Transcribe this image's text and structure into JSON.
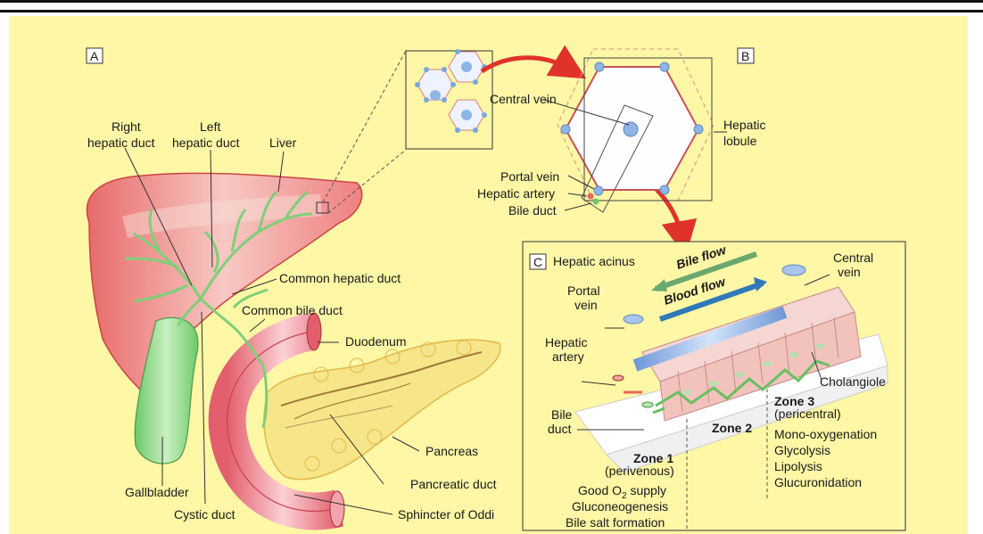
{
  "panels": {
    "a": "A",
    "b": "B",
    "c": "C"
  },
  "liver_labels": {
    "right_duct_1": "Right",
    "right_duct_2": "hepatic duct",
    "left_duct_1": "Left",
    "left_duct_2": "hepatic duct",
    "liver": "Liver",
    "common_hepatic": "Common hepatic duct",
    "common_bile": "Common bile duct",
    "duodenum": "Duodenum",
    "pancreas": "Pancreas",
    "gallbladder": "Gallbladder",
    "cystic": "Cystic duct",
    "pancreatic_duct": "Pancreatic duct",
    "sphincter": "Sphincter of Oddi"
  },
  "lobule_labels": {
    "central_vein": "Central vein",
    "hepatic_1": "Hepatic",
    "hepatic_2": "lobule",
    "portal_vein": "Portal vein",
    "hepatic_artery": "Hepatic artery",
    "bile_duct": "Bile duct"
  },
  "acinus_labels": {
    "title": "Hepatic acinus",
    "bile_flow": "Bile flow",
    "blood_flow": "Blood flow",
    "central_1": "Central",
    "central_2": "vein",
    "portal_1": "Portal",
    "portal_2": "vein",
    "artery_1": "Hepatic",
    "artery_2": "artery",
    "bile_1": "Bile",
    "bile_2": "duct",
    "cholangiole": "Cholangiole",
    "zone1": "Zone 1",
    "zone1_sub": "(perivenous)",
    "zone2": "Zone 2",
    "zone3": "Zone 3",
    "zone3_sub": "(pericentral)",
    "zone1_funcs": [
      "Good O",
      "Gluconeogenesis",
      "Bile salt formation"
    ],
    "zone1_o2_tail": " supply",
    "zone1_o2_sub": "2",
    "zone3_funcs": [
      "Mono-oxygenation",
      "Glycolysis",
      "Lipolysis",
      "Glucuronidation"
    ]
  },
  "colors": {
    "background": "#fdf7a6",
    "liver": "#f08a8a",
    "bile": "#8fd68a",
    "vein": "#8fb4e6",
    "artery": "#e8685a",
    "arrow": "#e0322a"
  }
}
